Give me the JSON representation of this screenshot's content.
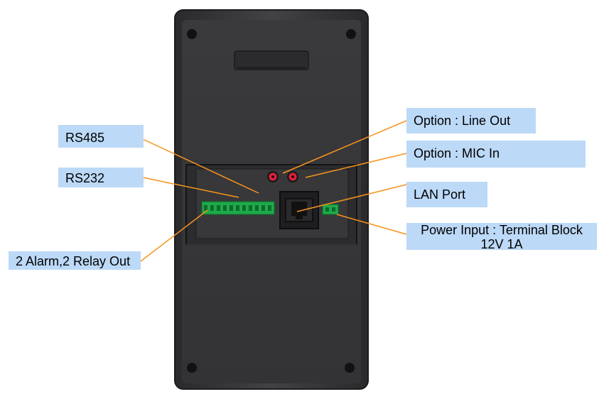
{
  "labels": {
    "rs485": "RS485",
    "rs232": "RS232",
    "alarm_relay": "2 Alarm,2 Relay Out",
    "line_out": "Option : Line Out",
    "mic_in": "Option : MIC In",
    "lan_port": "LAN Port",
    "power_line1": "Power Input : Terminal Block",
    "power_line2": "12V 1A"
  },
  "colors": {
    "label_bg": "#bcd9f7",
    "leader_line": "#f7941d",
    "housing": "#3d3d3f",
    "terminal_green": "#1faa4a",
    "jack_red": "#e0203a"
  }
}
